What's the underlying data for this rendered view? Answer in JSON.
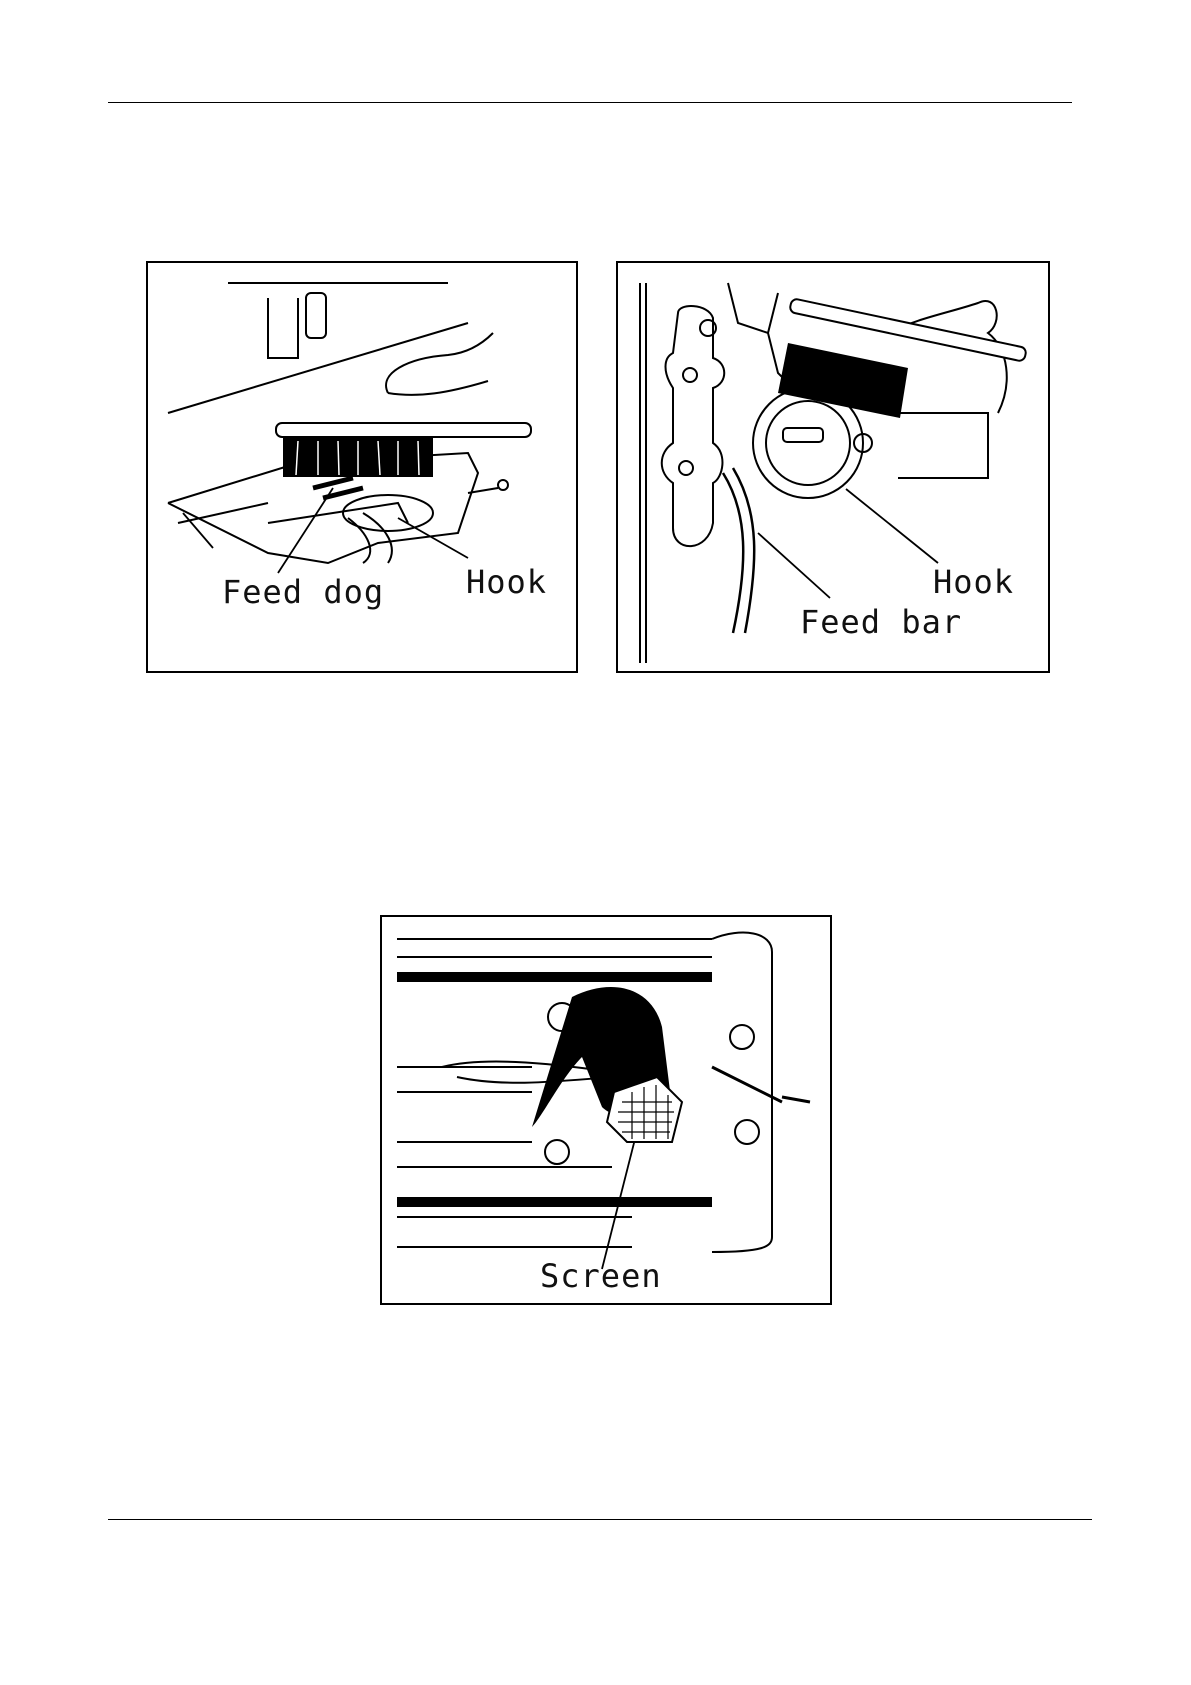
{
  "figures": [
    {
      "labels": {
        "feed_dog": "Feed dog",
        "hook": "Hook"
      }
    },
    {
      "labels": {
        "hook": "Hook",
        "feed_bar": "Feed bar"
      }
    },
    {
      "labels": {
        "screen": "Screen"
      }
    }
  ],
  "colors": {
    "ink": "#000000",
    "paper": "#ffffff"
  }
}
